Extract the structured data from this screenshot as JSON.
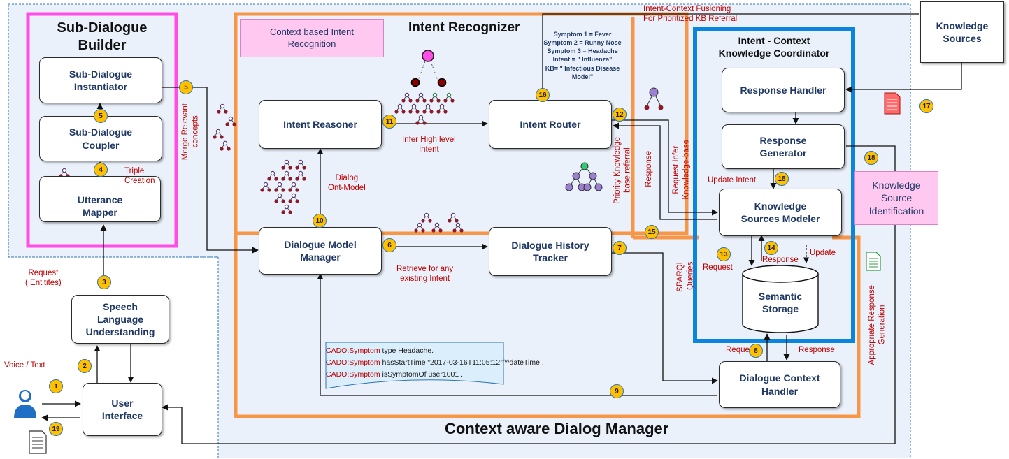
{
  "title": "Context aware Dialog Manager",
  "fusion_label": "Intent-Context Fusioning\nFor Prioritized KB Referral",
  "sub_dialogue_builder": {
    "title": "Sub-Dialogue\nBuilder",
    "instantiator": "Sub-Dialogue\nInstantiator",
    "coupler": "Sub-Dialogue\nCoupler",
    "mapper": "Utterance\nMapper",
    "triple_creation": "Triple\nCreation"
  },
  "intent_recognizer": {
    "title": "Intent Recognizer",
    "context_note": "Context based Intent\nRecognition",
    "intent_reasoner": "Intent Reasoner",
    "intent_router": "Intent Router",
    "dialogue_model_manager": "Dialogue Model\nManager",
    "dialogue_history_tracker": "Dialogue History\nTracker",
    "infer_high_level": "Infer High level\nIntent",
    "dialog_ont_model": "Dialog\nOnt-Model",
    "retrieve_existing": "Retrieve for any\nexisting Intent",
    "symptom_note": "Symptom 1 = Fever\nSymptom 2 = Runny  Nose\nSymptom 3 =  Headache\nIntent = \" Influenza\"\nKB= \" Infectious Disease\nModel\""
  },
  "coordinator": {
    "title": "Intent  - Context\nKnowledge Coordinator",
    "response_handler": "Response Handler",
    "response_generator": "Response\nGenerator",
    "knowledge_sources_modeler": "Knowledge\nSources Modeler",
    "semantic_storage": "Semantic\nStorage",
    "update_intent": "Update Intent",
    "request": "Request",
    "response": "Response",
    "update": "Update"
  },
  "knowledge_sources": "Knowledge\nSources",
  "knowledge_source_identification": "Knowledge\nSource\nIdentification",
  "speech_language_understanding": "Speech\nLanguage\nUnderstanding",
  "user_interface": "User\nInterface",
  "dialogue_context_handler": "Dialogue Context\nHandler",
  "labels": {
    "merge_relevant_concepts": "Merge Relevant\nconcepts",
    "request_entities": "Request\n( Entitites)",
    "voice_text": "Voice / Text",
    "priority_kb_referral": "Priority Knowledge\nbase referral",
    "response_vertical": "Response",
    "request_infer_kb": "Request Infer\nKnowledge-base",
    "sparql_queries": "SPARQL\nQueries",
    "appropriate_response_generation": "Appropriate Response\nGeneration",
    "request_bottom": "Request",
    "response_bottom": "Response"
  },
  "triples": [
    {
      "prefix": "CADO:Symptom",
      "text": " type Headache."
    },
    {
      "prefix": "CADO:Symptom",
      "text": " hasStartTime “2017-03-16T11:05:12”^^dateTime ."
    },
    {
      "prefix": "CADO:Symptom",
      "text": " isSymptomOf user1001 ."
    }
  ],
  "step_numbers": [
    "1",
    "2",
    "3",
    "4",
    "5",
    "5",
    "6",
    "7",
    "8",
    "9",
    "10",
    "11",
    "12",
    "13",
    "14",
    "15",
    "16",
    "17",
    "18",
    "18",
    "19"
  ],
  "colors": {
    "sub_dialogue_border": "#ff4de6",
    "intent_recognizer_border": "#f79646",
    "coordinator_border": "#0b84e0",
    "manager_border": "#2e74b5",
    "label_red": "#c00000",
    "box_text": "#1f3864",
    "badge": "#ffc000",
    "pink_note": "#ffc8f0"
  },
  "icons": [
    "user-icon",
    "document-icon",
    "red-document-icon",
    "green-document-icon",
    "database-icon",
    "tree-icon"
  ]
}
